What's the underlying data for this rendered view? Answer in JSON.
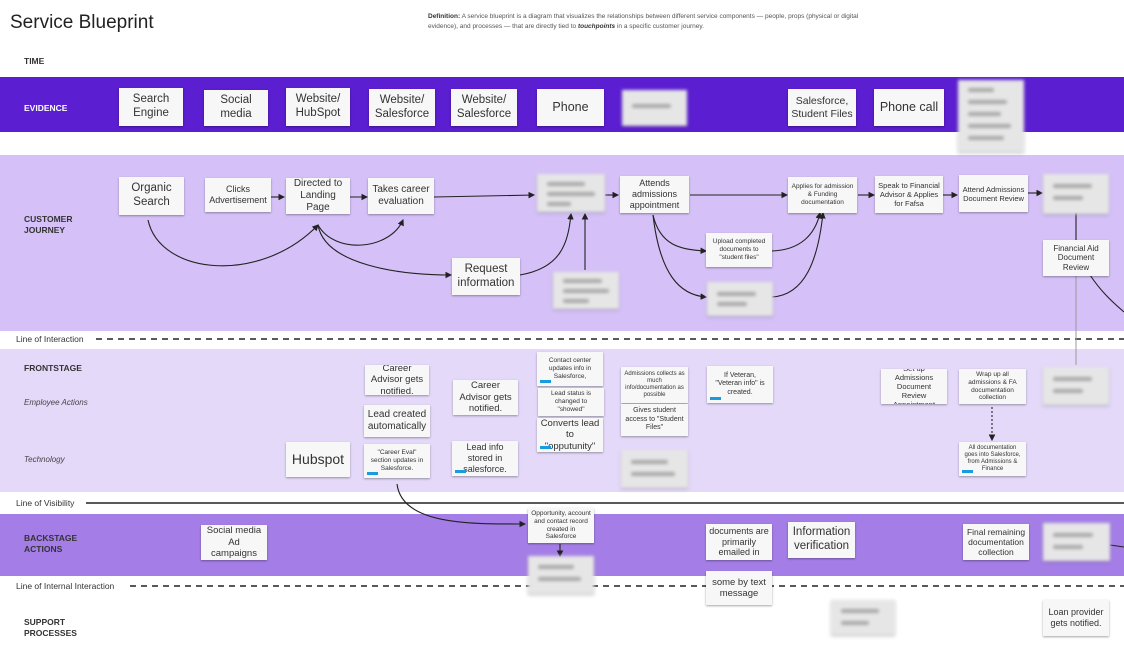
{
  "title": "Service Blueprint",
  "definition": {
    "label": "Definition:",
    "text_before": "A service blueprint is a diagram that visualizes the relationships between different service components — people, props (physical or digital evidence), and processes — that are directly tied to ",
    "emphasis": "touchpoints",
    "text_after": " in a specific customer journey."
  },
  "rows": {
    "time": "TIME",
    "evidence": "EVIDENCE",
    "customer_journey": "CUSTOMER JOURNEY",
    "frontstage": "FRONTSTAGE",
    "employee_actions": "Employee Actions",
    "technology": "Technology",
    "backstage": "BACKSTAGE ACTIONS",
    "support": "SUPPORT PROCESSES"
  },
  "lines": {
    "interaction": "Line of Interaction",
    "visibility": "Line of Visibility",
    "internal": "Line of Internal Interaction"
  },
  "colors": {
    "evidence_band": "#5b1ed0",
    "journey_band": "#d5c1f7",
    "frontstage_band": "#e5d9fa",
    "backstage_band": "#a47ee6",
    "note": "#f7f7f7",
    "tag": "#1a9be0"
  },
  "evidence": [
    "Search Engine",
    "Social media",
    "Website/ HubSpot",
    "Website/ Salesforce",
    "Website/ Salesforce",
    "Phone",
    "Salesforce, Student Files",
    "Phone call"
  ],
  "journey": {
    "organic": "Organic Search",
    "clicks": "Clicks Advertisement",
    "directed": "Directed to Landing Page",
    "career_eval": "Takes career evaluation",
    "request": "Request information",
    "attends": "Attends admissions appointment",
    "upload": "Upload completed documents to \"student files\"",
    "applies": "Applies for admission & Funding documentation",
    "speak": "Speak to Financial Advisor & Applies for Fafsa",
    "attend_review": "Attend Admissions Document Review",
    "fin_aid": "Financial Aid Document Review"
  },
  "frontstage": {
    "advisor1": "Career Advisor gets notified.",
    "lead_created": "Lead created automatically",
    "career_eval_tech": "\"Career Eval\" section updates in Salesforce.",
    "hubspot": "Hubspot",
    "advisor2": "Career Advisor gets notified.",
    "lead_info": "Lead info stored in salesforce.",
    "contact_center": "Contact center updates info in Salesforce,",
    "lead_status": "Lead status is changed to \"showed\"",
    "converts": "Converts lead to \"opputunity\"",
    "collects": "Admissions collects as much info/documentation as possible",
    "gives_access": "Gives student access to \"Student Files\"",
    "veteran": "If Veteran, \"Veteran info\" is created.",
    "setup_review": "Set up Admissions Document Review Appointment",
    "wrap_up": "Wrap up all admissions & FA documentation collection",
    "all_docs": "All documentation goes into Salesforce, from Admissions & Finance"
  },
  "backstage": {
    "social_ads": "Social media Ad campaigns",
    "opportunity": "Opportunity, account and contact record created in Salesforce",
    "emailed": "documents are primarily emailed in",
    "verification": "Information verification",
    "final_docs": "Final remaining documentation collection"
  },
  "support": {
    "text_msg": "some by text message",
    "loan": "Loan provider gets notified."
  }
}
